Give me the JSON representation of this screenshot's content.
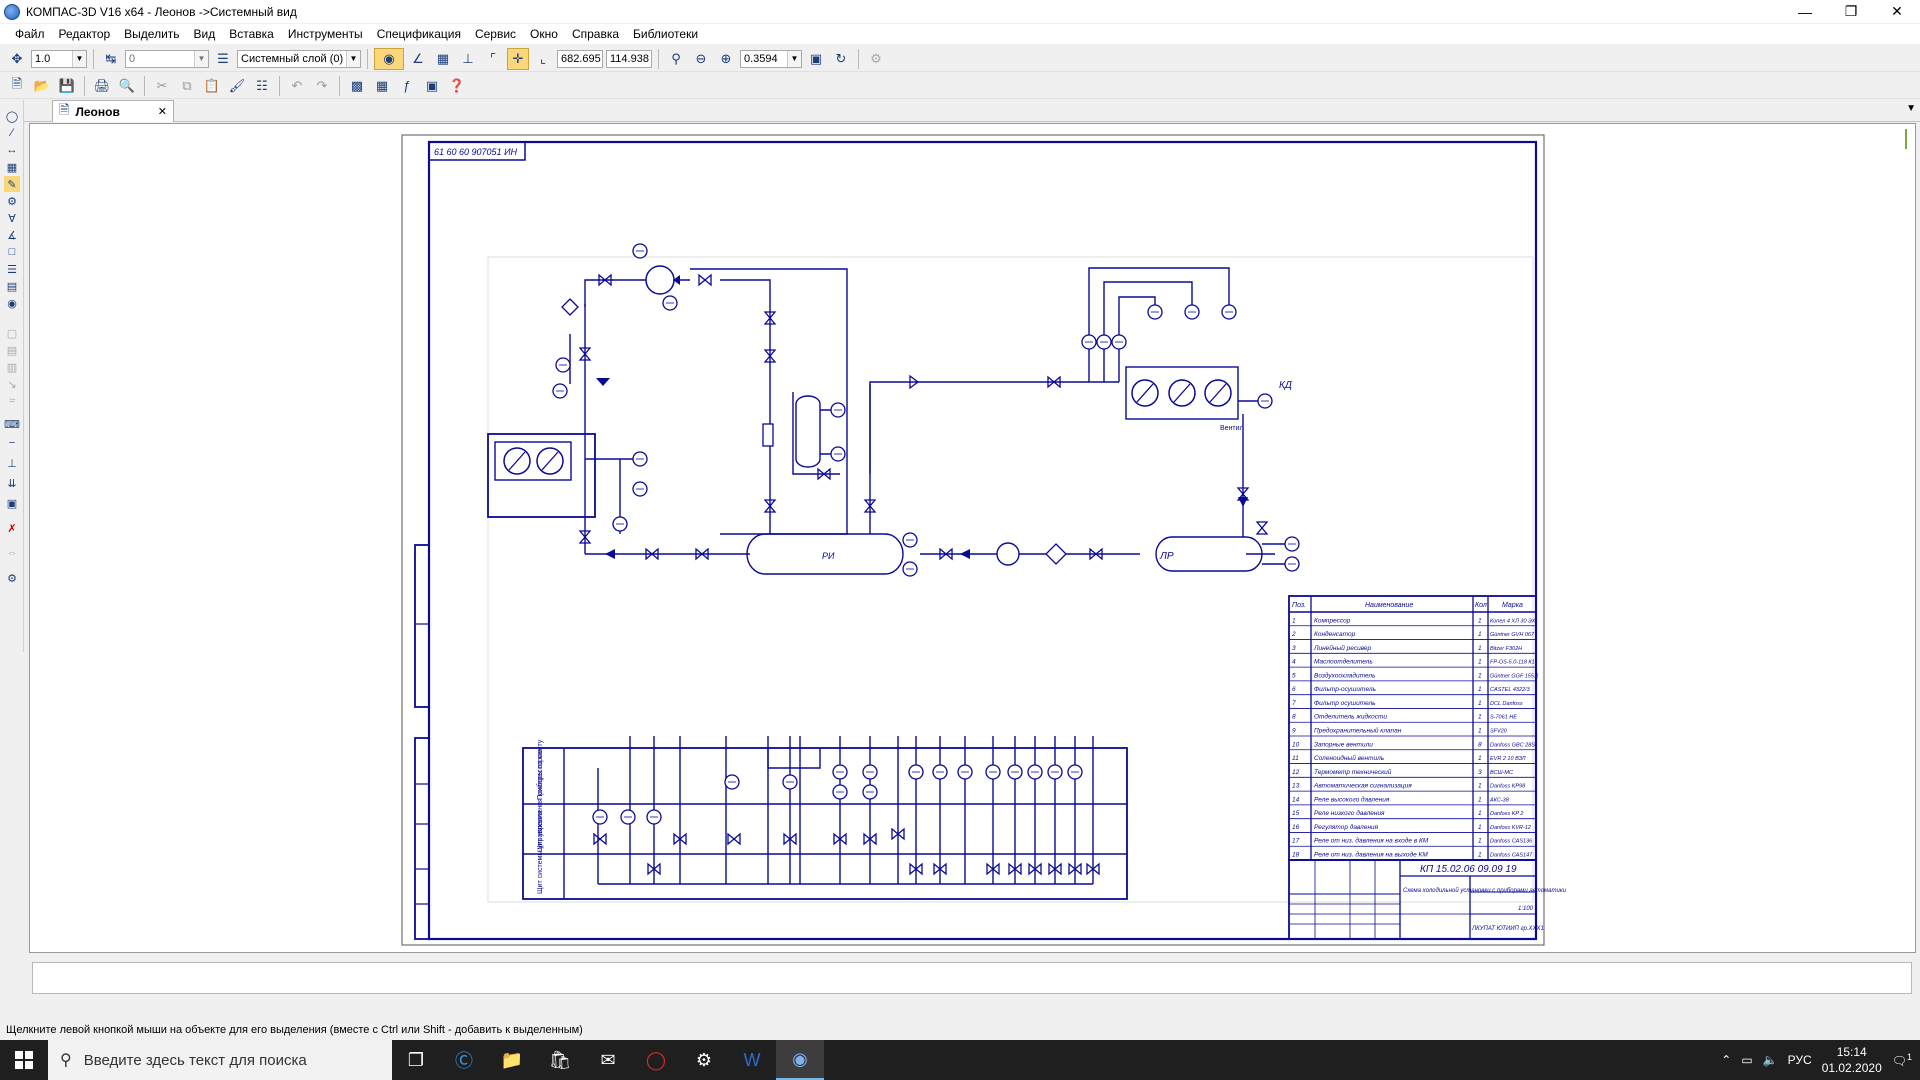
{
  "window": {
    "title": "КОМПАС-3D V16  x64 - Леонов ->Системный вид"
  },
  "menu": [
    "Файл",
    "Редактор",
    "Выделить",
    "Вид",
    "Вставка",
    "Инструменты",
    "Спецификация",
    "Сервис",
    "Окно",
    "Справка",
    "Библиотеки"
  ],
  "toolbar": {
    "scale_value": "1.0",
    "step_value": "0",
    "layer_value": "Системный слой (0)",
    "coord_x": "682.695",
    "coord_y": "114.938",
    "zoom_value": "0.3594"
  },
  "tab": {
    "label": "Леонов"
  },
  "drawing": {
    "doc_code_top": "61 60 60 907051 ИН",
    "labels": {
      "kd": "КД",
      "lr": "ЛР",
      "ri": "РИ",
      "vent": "Вентил"
    },
    "spec_table": {
      "headers": [
        "Поз.",
        "Наименование",
        "Кол",
        "Марка"
      ],
      "rows": [
        [
          "1",
          "Компрессор",
          "1",
          "Копел 4 ХЛ 30 ЭХ"
        ],
        [
          "2",
          "Конденсатор",
          "1",
          "Güntner GVH 067"
        ],
        [
          "3",
          "Линейный ресивер",
          "1",
          "Bitzer F302H"
        ],
        [
          "4",
          "Маслоотделитель",
          "1",
          "FP-OS-5.0-118 К1"
        ],
        [
          "5",
          "Воздухоохладитель",
          "1",
          "Güntner GGF 155.1"
        ],
        [
          "6",
          "Фильтр-осушитель",
          "1",
          "CASTEL 4322/3"
        ],
        [
          "7",
          "Фильтр осушитель",
          "1",
          "DCL Danfoss"
        ],
        [
          "8",
          "Отделитель жидкости",
          "1",
          "S-7061 HE"
        ],
        [
          "9",
          "Предохранительный клапан",
          "1",
          "SFV20"
        ],
        [
          "10",
          "Запорные вентили",
          "8",
          "Danfoss GBC 28S"
        ],
        [
          "11",
          "Соленоидный вентиль",
          "1",
          "EVR 2 10 ВЗЛ"
        ],
        [
          "12",
          "Термометр технический",
          "3",
          "ВСШ-МС"
        ],
        [
          "13",
          "Автоматическая сигнализация",
          "1",
          "Danfoss KP98"
        ],
        [
          "14",
          "Реле высокого давления",
          "1",
          "АКС-38"
        ],
        [
          "15",
          "Реле низкого давления",
          "1",
          "Danfoss KP 2"
        ],
        [
          "16",
          "Регулятор давления",
          "1",
          "Danfoss KVR-12"
        ],
        [
          "17",
          "Реле от низ. давления на входе в КМ",
          "1",
          "Danfoss CAS136"
        ],
        [
          "18",
          "Реле от низ. давления на выходе КМ",
          "1",
          "Danfoss CAS147"
        ]
      ]
    },
    "title_block": {
      "doc_code": "КП 15.02.06 09.09 19",
      "name": "Схема холодильной установки с приборами автоматики",
      "scale": "1:100",
      "org": "ЛКУПАТ ЮТИИП гр.ХХХ1"
    },
    "lower_rows": [
      "Приборы по месту",
      "Щит управления компрессором",
      "Щит системы управления"
    ]
  },
  "status": {
    "hint": "Щелкните левой кнопкой мыши на объекте для его выделения (вместе с Ctrl или Shift - добавить к выделенным)"
  },
  "taskbar": {
    "search_placeholder": "Введите здесь текст для поиска",
    "lang": "РУС",
    "time": "15:14",
    "date": "01.02.2020",
    "notification_count": "1"
  },
  "colors": {
    "drawing_blue": "#0a0a96",
    "accent": "#f9d77a"
  }
}
